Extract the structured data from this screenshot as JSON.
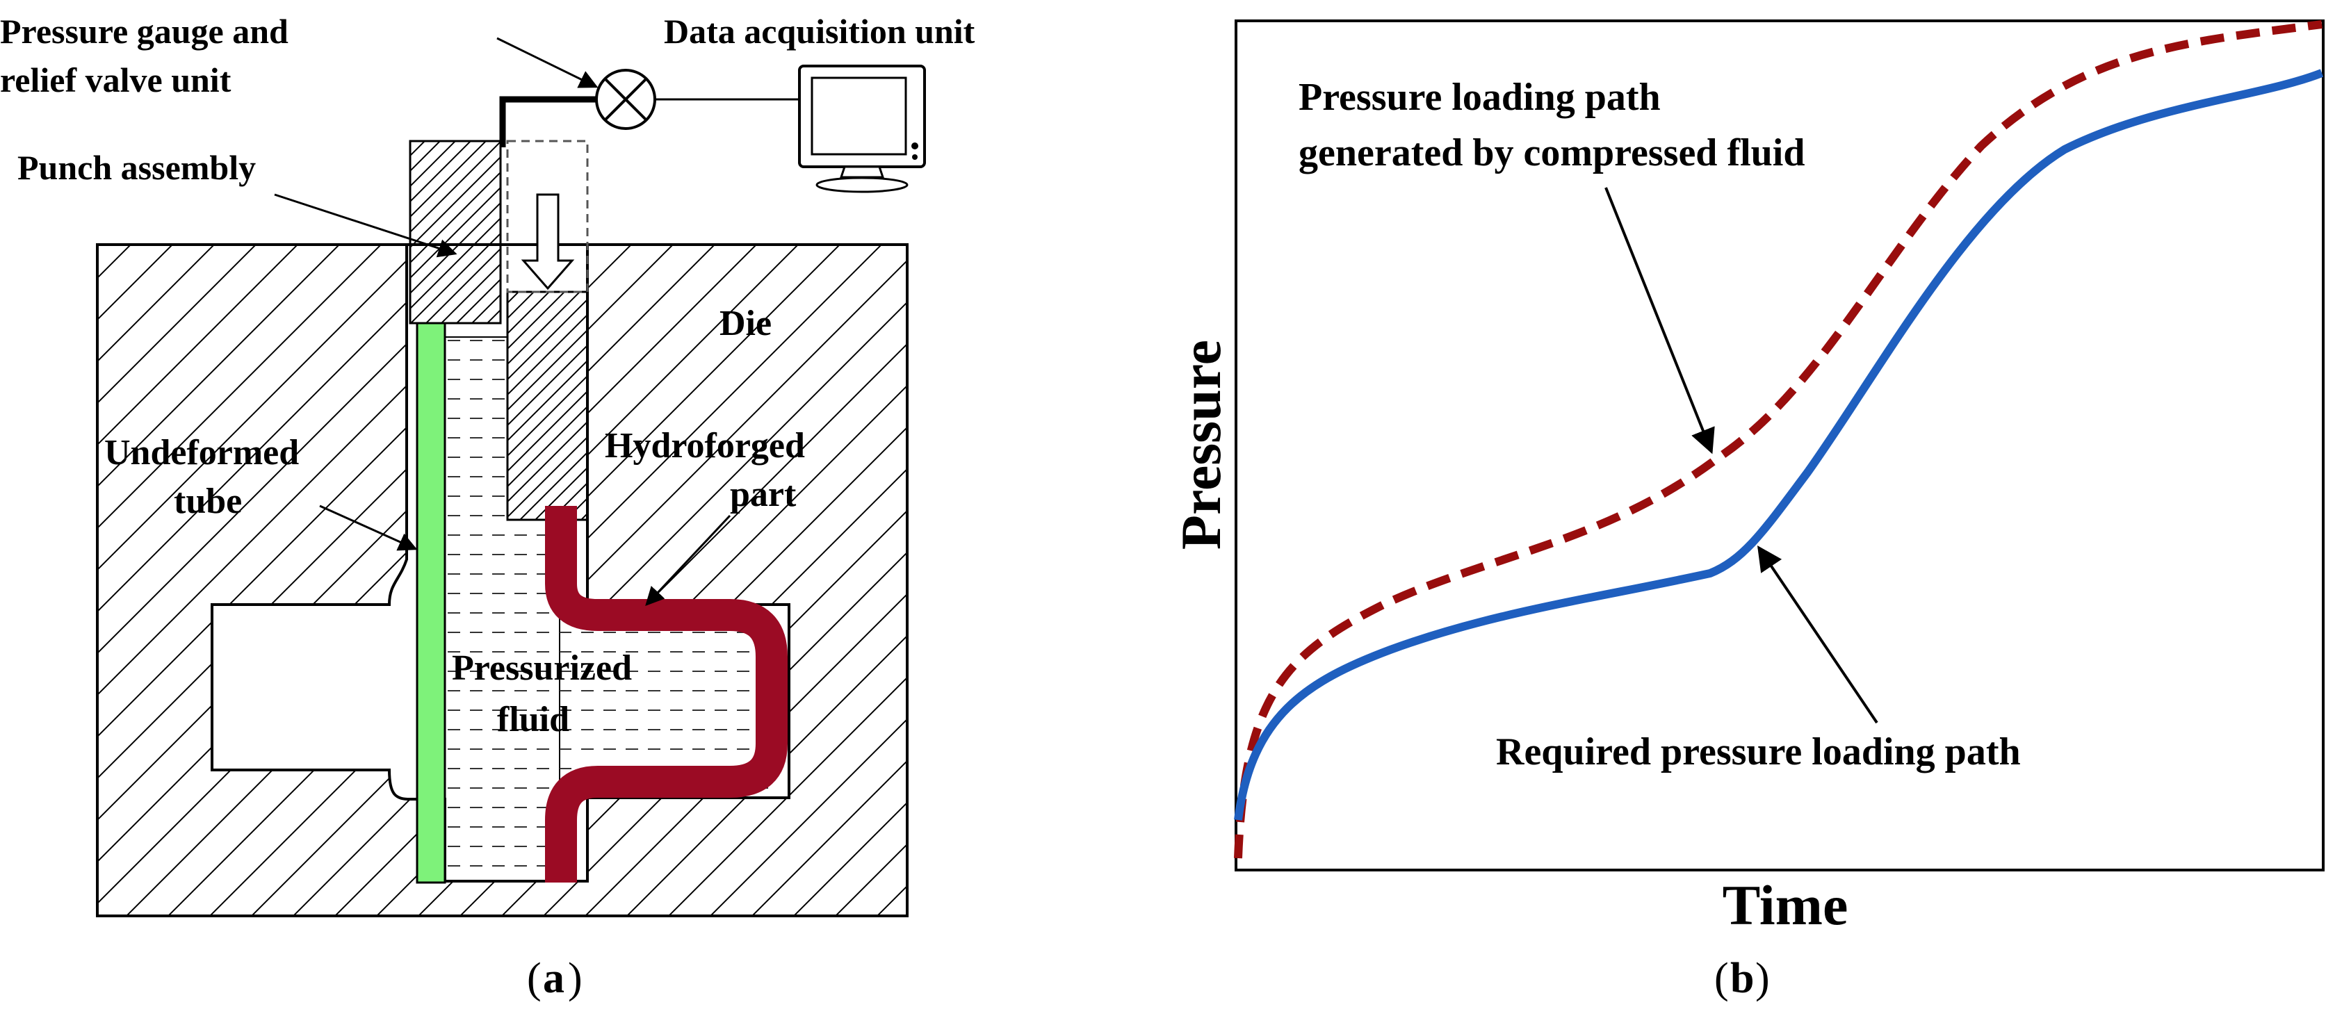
{
  "colors": {
    "tube_green": "#7ef27a",
    "part_maroon": "#9b0b24",
    "dashed_path": "#990d0d",
    "solid_path": "#1f5fbf",
    "outline": "#000000"
  },
  "panel_a": {
    "caption_open": "(",
    "caption_letter": "a",
    "caption_close": ")",
    "labels": {
      "gauge_line1": "Pressure gauge and",
      "gauge_line2": "relief valve unit",
      "daq": "Data acquisition unit",
      "punch": "Punch assembly",
      "die": "Die",
      "tube_line1": "Undeformed",
      "tube_line2": "tube",
      "part_line1": "Hydroforged",
      "part_line2": "part",
      "fluid_line1": "Pressurized",
      "fluid_line2": "fluid"
    },
    "icons": [
      "gauge-valve-icon",
      "monitor-icon",
      "down-arrow-icon"
    ]
  },
  "panel_b": {
    "caption_open": "(",
    "caption_letter": "b",
    "caption_close": ")",
    "xlabel": "Time",
    "ylabel": "Pressure",
    "annotation_top_line1": "Pressure loading path",
    "annotation_top_line2": "generated by compressed fluid",
    "annotation_bottom": "Required pressure loading path"
  }
}
